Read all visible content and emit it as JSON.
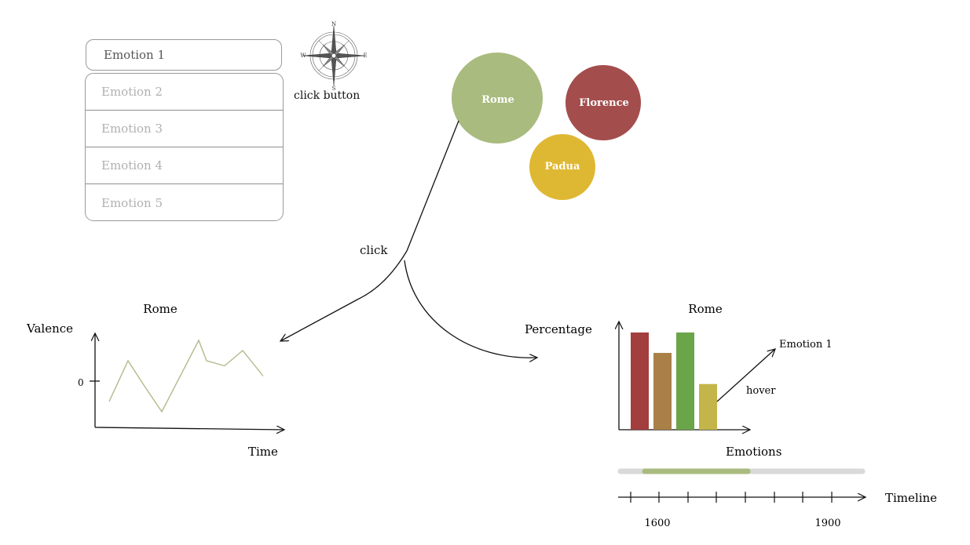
{
  "dropdown": {
    "selected": "Emotion 1",
    "options": [
      "Emotion 2",
      "Emotion 3",
      "Emotion 4",
      "Emotion 5"
    ]
  },
  "compass": {
    "icon": "compass-rose-icon",
    "n": "N",
    "e": "E",
    "s": "S",
    "w": "W",
    "caption": "click button"
  },
  "bubbles": [
    {
      "label": "Rome",
      "color": "#a9bb7e"
    },
    {
      "label": "Florence",
      "color": "#a44d4d"
    },
    {
      "label": "Padua",
      "color": "#dfb833"
    }
  ],
  "annotations": {
    "click": "click",
    "hover": "hover",
    "hover_target": "Emotion 1"
  },
  "line_panel": {
    "title": "Rome",
    "ylabel": "Valence",
    "xlabel": "Time",
    "zero_label": "0"
  },
  "bar_panel": {
    "title": "Rome",
    "ylabel": "Percentage",
    "xlabel": "Emotions"
  },
  "timeline": {
    "label": "Timeline",
    "ticks": [
      "1600",
      "1900"
    ],
    "track_color": "#d9d9d9",
    "range_color": "#a9bb7e"
  },
  "chart_data": [
    {
      "type": "line",
      "title": "Rome",
      "xlabel": "Time",
      "ylabel": "Valence",
      "color": "#b4b98a",
      "x": [
        0,
        1,
        2,
        3,
        4,
        5,
        6,
        7,
        8
      ],
      "values": [
        -0.4,
        0.4,
        -0.1,
        -0.6,
        0.8,
        0.4,
        0.3,
        0.6,
        0.1
      ]
    },
    {
      "type": "bar",
      "title": "Rome",
      "xlabel": "Emotions",
      "ylabel": "Percentage",
      "values": [
        100,
        79,
        100,
        47
      ],
      "colors": [
        "#a33e3e",
        "#a98048",
        "#6aa54a",
        "#c3b549"
      ]
    }
  ]
}
